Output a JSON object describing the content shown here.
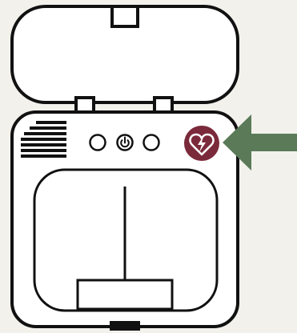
{
  "colors": {
    "background": "#f2f1ec",
    "device_fill": "#ffffff",
    "outline": "#111111",
    "shock_button": "#7a2a3a",
    "shock_icon": "#ffffff",
    "arrow": "#5a7a58"
  },
  "icons": {
    "indicator_left": "circle-outline",
    "power_button": "power-icon",
    "indicator_right": "circle-outline",
    "shock_button": "heart-lightning-icon",
    "arrow": "arrow-left"
  }
}
